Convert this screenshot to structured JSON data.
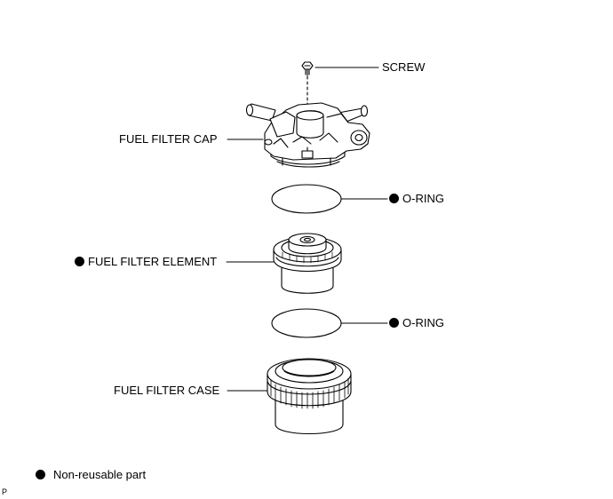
{
  "labels": {
    "screw": "SCREW",
    "cap": "FUEL FILTER CAP",
    "o_ring_top": "O-RING",
    "element": "FUEL FILTER ELEMENT",
    "o_ring_bottom": "O-RING",
    "case": "FUEL FILTER CASE"
  },
  "legend": {
    "text": "Non-reusable part"
  },
  "figure_code": "P",
  "colors": {
    "line": "#000000",
    "fill": "#ffffff",
    "marker": "#000000"
  }
}
